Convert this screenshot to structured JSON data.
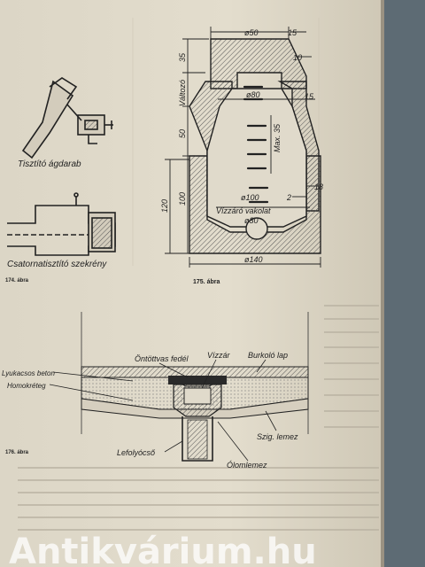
{
  "figure174": {
    "label_top": "Tisztító ágdarab",
    "label_bottom": "Csatornatisztító szekrény",
    "caption": "174. ábra"
  },
  "figure175": {
    "caption": "175. ábra",
    "dims": {
      "d50": "ø50",
      "d80": "ø80",
      "d100": "ø100",
      "d140": "ø140",
      "d30": "ø30",
      "n15a": "15",
      "n10": "10",
      "n15b": "15",
      "n18": "18",
      "n2": "2",
      "v35": "35",
      "valtozo": "Változó",
      "v50": "50",
      "v100": "100",
      "v120": "120",
      "max35": "Max. 35"
    },
    "label_vakolat": "Vízzáró vakolat"
  },
  "figure176": {
    "caption": "176. ábra",
    "labels": {
      "ontottvas": "Öntöttvas fedél",
      "vizzar": "Vízzár",
      "burkolo": "Burkoló lap",
      "lyukacsos": "Lyukacsos beton",
      "homokreteg": "Homokréteg",
      "lefolyocso": "Lefolyócső",
      "szig": "Szig. lemez",
      "olomlemez": "Ólomlemez"
    }
  },
  "watermark": "Antikvárium.hu"
}
